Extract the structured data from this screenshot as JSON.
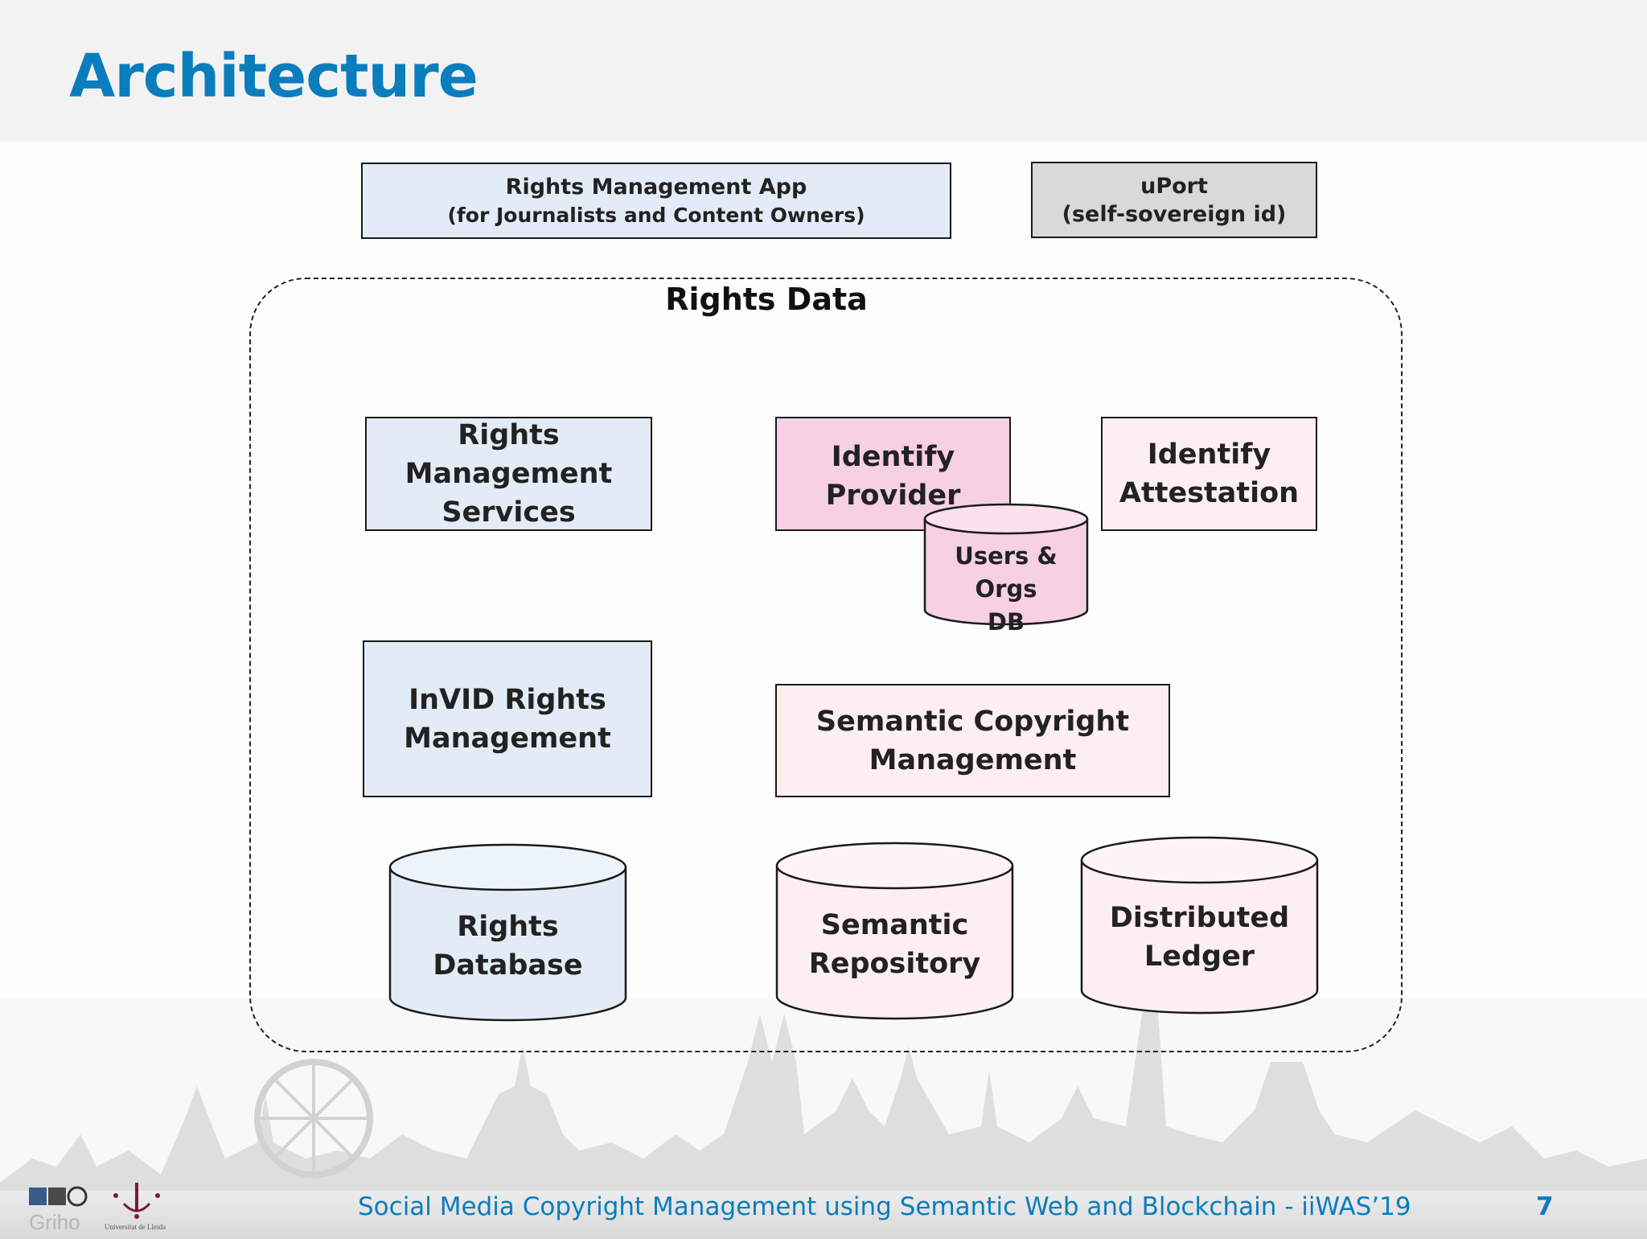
{
  "slide": {
    "title": "Architecture",
    "footer": "Social Media Copyright Management using Semantic Web and Blockchain - iiWAS’19",
    "page_number": "7"
  },
  "diagram": {
    "rights_management_app": {
      "line1": "Rights Management App",
      "line2": "(for Journalists and Content Owners)"
    },
    "uport": {
      "line1": "uPort",
      "line2": "(self-sovereign id)"
    },
    "rights_data_group": {
      "label": "Rights Data"
    },
    "rights_management_services": {
      "line1": "Rights",
      "line2": "Management",
      "line3": "Services"
    },
    "identify_provider": {
      "line1": "Identify",
      "line2": "Provider"
    },
    "users_orgs_db": {
      "line1": "Users & Orgs",
      "line2": "DB"
    },
    "identify_attestation": {
      "line1": "Identify",
      "line2": "Attestation"
    },
    "invid_rights_management": {
      "line1": "InVID Rights",
      "line2": "Management"
    },
    "semantic_copyright_management": {
      "line1": "Semantic Copyright",
      "line2": "Management"
    },
    "rights_database": {
      "line1": "Rights",
      "line2": "Database"
    },
    "semantic_repository": {
      "line1": "Semantic",
      "line2": "Repository"
    },
    "distributed_ledger": {
      "line1": "Distributed",
      "line2": "Ledger"
    }
  },
  "logos": {
    "griho": "Griho",
    "udl": "Universitat de Lleida"
  },
  "colors": {
    "title": "#0a7dbd",
    "blue_box": "#e3ecf6",
    "grey_box": "#d9d9d9",
    "pink_box": "#f7d0e3",
    "light_pink_box": "#fdeef0"
  }
}
